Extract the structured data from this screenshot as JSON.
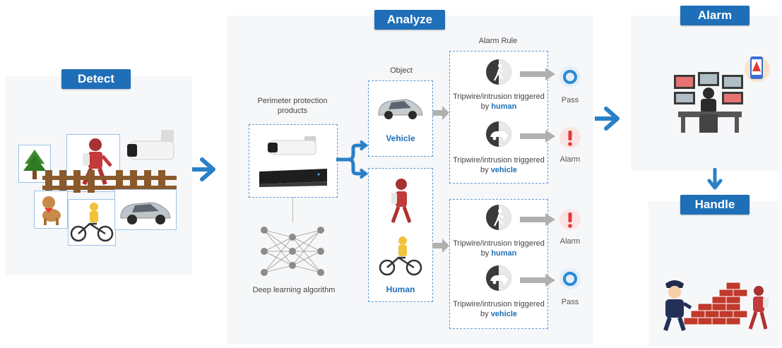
{
  "detect": {
    "tag": "Detect"
  },
  "analyze": {
    "tag": "Analyze",
    "products_label": "Perimeter protection products",
    "algorithm_label": "Deep learning algorithm",
    "object_header": "Object",
    "rule_header": "Alarm Rule",
    "vehicle_label": "Vehicle",
    "human_label": "Human",
    "rules": [
      {
        "prefix": "Tripwire/intrusion triggered by ",
        "target": "human",
        "result": "Pass"
      },
      {
        "prefix": "Tripwire/intrusion triggered by ",
        "target": "vehicle",
        "result": "Alarm"
      },
      {
        "prefix": "Tripwire/intrusion triggered by ",
        "target": "human",
        "result": "Alarm"
      },
      {
        "prefix": "Tripwire/intrusion triggered by ",
        "target": "vehicle",
        "result": "Pass"
      }
    ]
  },
  "alarm": {
    "tag": "Alarm"
  },
  "handle": {
    "tag": "Handle"
  },
  "colors": {
    "accent": "#1f6fb8",
    "alarm_red": "#e53935",
    "pass_blue": "#2a8ad4"
  },
  "icons": [
    "tree-icon",
    "dog-icon",
    "thief-icon",
    "cyclist-icon",
    "car-icon",
    "camera-icon",
    "nvr-icon",
    "neural-network-icon",
    "walking-person-icon",
    "vehicle-shield-icon",
    "pass-ring-icon",
    "alarm-exclamation-icon",
    "monitor-room-icon",
    "phone-alert-icon",
    "police-icon",
    "brick-wall-icon"
  ]
}
